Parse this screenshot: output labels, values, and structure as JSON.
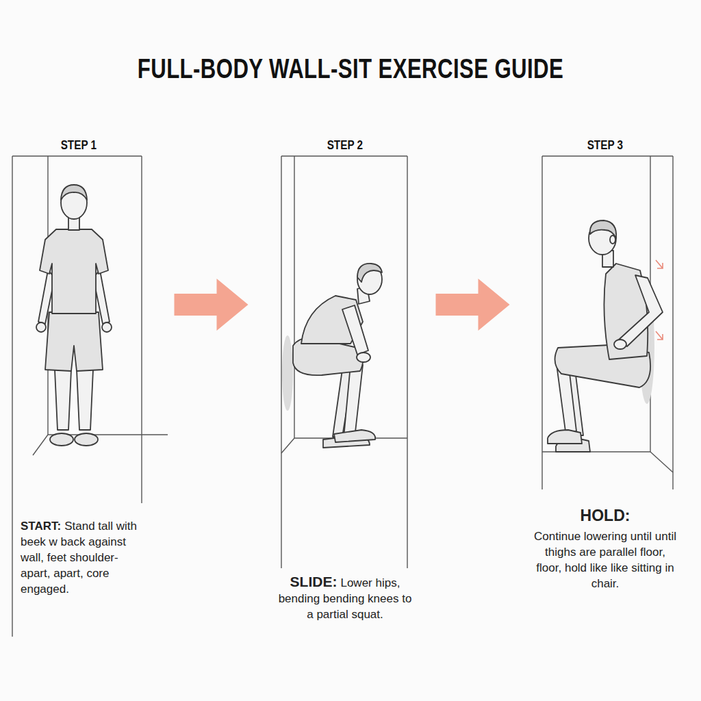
{
  "diagram": {
    "title": "FULL-BODY WALL-SIT EXERCISE GUIDE",
    "nodes": [
      {
        "text": [
          "STEP 1",
          "START:",
          "Stand tall with beek w back against wall, feet shoulder-apart, apart, core engaged."
        ]
      },
      {
        "text": [
          "STEP 2",
          "SLIDE:",
          "Lower hips, bending bending knees to a partial squat."
        ]
      },
      {
        "text": [
          "STEP 3",
          "HOLD:",
          "Continue lowering until until thighs are parallel floor, floor, hold like like sitting in chair."
        ]
      }
    ],
    "edges": [
      {
        "from": 0,
        "to": 1,
        "arrow": "to"
      },
      {
        "from": 1,
        "to": 2,
        "arrow": "to"
      }
    ]
  }
}
